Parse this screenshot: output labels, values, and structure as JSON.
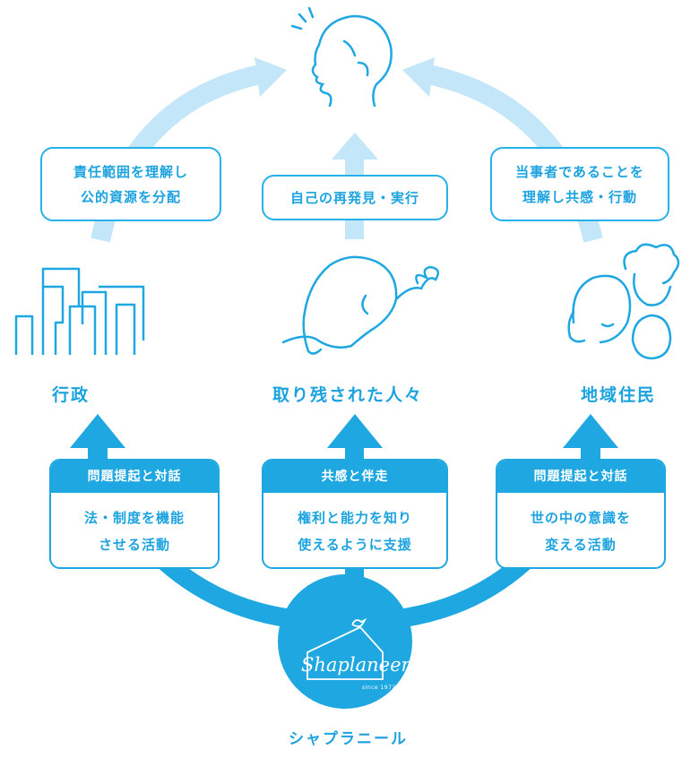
{
  "colors": {
    "primary": "#1ea7e1",
    "light": "#c3e6f8",
    "white": "#ffffff"
  },
  "top_boxes": {
    "left": {
      "line1": "責任範囲を理解し",
      "line2": "公的資源を分配"
    },
    "center": {
      "line1": "自己の再発見・実行"
    },
    "right": {
      "line1": "当事者であることを",
      "line2": "理解し共感・行動"
    }
  },
  "actors": {
    "left": {
      "label": "行政",
      "icon": "building-icon"
    },
    "center": {
      "label": "取り残された人々",
      "icon": "person-head-icon"
    },
    "right": {
      "label": "地域住民",
      "icon": "residents-icon"
    }
  },
  "top_icon": "thinking-face-icon",
  "cards": [
    {
      "header": "問題提起と対話",
      "line1": "法・制度を機能",
      "line2": "させる活動"
    },
    {
      "header": "共感と伴走",
      "line1": "権利と能力を知り",
      "line2": "使えるように支援"
    },
    {
      "header": "問題提起と対話",
      "line1": "世の中の意識を",
      "line2": "変える活動"
    }
  ],
  "logo": {
    "name": "Shaplaneer",
    "since": "since 1972",
    "icon": "hanger-bird-icon"
  },
  "org_label": "シャプラニール"
}
